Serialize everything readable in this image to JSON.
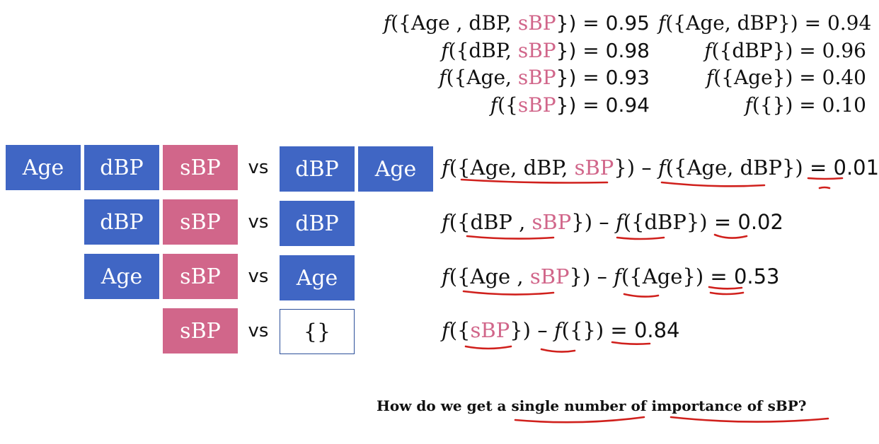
{
  "equations_left": [
    {
      "pre": "({Age , dBP, ",
      "pink": "sBP",
      "post": "}) = 0.95"
    },
    {
      "pre": "({dBP, ",
      "pink": "sBP",
      "post": "}) = 0.98"
    },
    {
      "pre": "({Age, ",
      "pink": "sBP",
      "post": "}) = 0.93"
    },
    {
      "pre": "({",
      "pink": "sBP",
      "post": "}) = 0.94"
    }
  ],
  "equations_right": [
    {
      "text": "({Age, dBP}) = 0.94"
    },
    {
      "text": "({dBP}) = 0.96"
    },
    {
      "text": "({Age}) = 0.40"
    },
    {
      "text": "({}) = 0.10"
    }
  ],
  "function_symbol": "f",
  "vs_label": "vs",
  "comparisons": [
    {
      "with": [
        "Age",
        "dBP",
        "sBP"
      ],
      "without": [
        "dBP",
        "Age"
      ]
    },
    {
      "with": [
        "dBP",
        "sBP"
      ],
      "without": [
        "dBP"
      ]
    },
    {
      "with": [
        "Age",
        "sBP"
      ],
      "without": [
        "Age"
      ]
    },
    {
      "with": [
        "sBP"
      ],
      "without": [
        "{}"
      ]
    }
  ],
  "differences": [
    {
      "a_pre": "({Age, dBP, ",
      "a_pink": "sBP",
      "a_post": "})",
      "minus": " – ",
      "b": "({Age, dBP})",
      "eq": " = ",
      "result": "0.01"
    },
    {
      "a_pre": "({dBP , ",
      "a_pink": "sBP",
      "a_post": "})",
      "minus": " – ",
      "b": "({dBP})",
      "eq": " = ",
      "result": "0.02"
    },
    {
      "a_pre": "({Age , ",
      "a_pink": "sBP",
      "a_post": "})",
      "minus": " – ",
      "b": "({Age})",
      "eq": " = ",
      "result": "0.53"
    },
    {
      "a_pre": "({",
      "a_pink": "sBP",
      "a_post": "})",
      "minus": " – ",
      "b": "({})",
      "eq": " = ",
      "result": "0.84"
    }
  ],
  "question": "How do we get a single number of importance of sBP?",
  "colors": {
    "blue": "#4066c4",
    "pink": "#d1668a",
    "annotation_red": "#d0201c"
  }
}
